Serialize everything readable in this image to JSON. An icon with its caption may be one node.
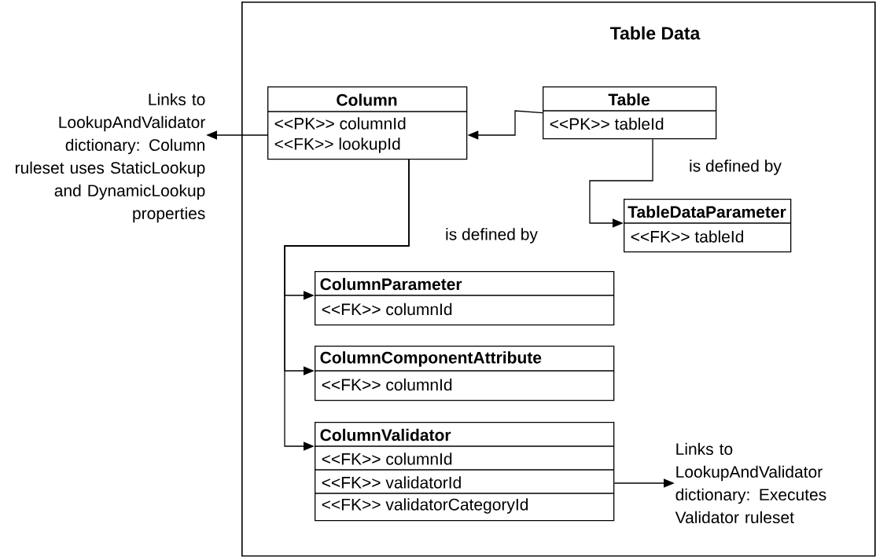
{
  "diagram": {
    "nodes": [
      {
        "text": [
          "Table Data"
        ]
      },
      {
        "text": [
          "Column",
          "<<PK>> columnId",
          "<<FK>> lookupId"
        ],
        "in": 0
      },
      {
        "text": [
          "Table",
          "<<PK>> tableId"
        ],
        "in": 0
      },
      {
        "text": [
          "TableDataParameter",
          "<<FK>> tableId"
        ],
        "in": 0
      },
      {
        "text": [
          "ColumnParameter",
          "<<FK>> columnId"
        ],
        "in": 0
      },
      {
        "text": [
          "ColumnComponentAttribute",
          "<<FK>> columnId"
        ],
        "in": 0
      },
      {
        "text": [
          "ColumnValidator",
          "<<FK>> columnId",
          "<<FK>> validatorId",
          "<<FK>> validatorCategoryId"
        ],
        "in": 0
      },
      {
        "text": [
          "Links to LookupAndValidator dictionary: Column ruleset uses StaticLookup and DynamicLookup properties"
        ]
      },
      {
        "text": [
          "Links to LookupAndValidator dictionary: Executes Validator ruleset"
        ],
        "in": 0
      }
    ],
    "edges": [
      {
        "from": 1,
        "to": 7,
        "arrow": "to"
      },
      {
        "from": 2,
        "to": 1,
        "arrow": "to"
      },
      {
        "from": 2,
        "to": 3,
        "arrow": "to",
        "label": "is defined by"
      },
      {
        "from": 1,
        "to": 4,
        "arrow": "to",
        "label": "is defined by"
      },
      {
        "from": 1,
        "to": 5,
        "arrow": "to"
      },
      {
        "from": 1,
        "to": 6,
        "arrow": "to"
      },
      {
        "from": 6,
        "to": 8,
        "arrow": "to"
      }
    ]
  }
}
